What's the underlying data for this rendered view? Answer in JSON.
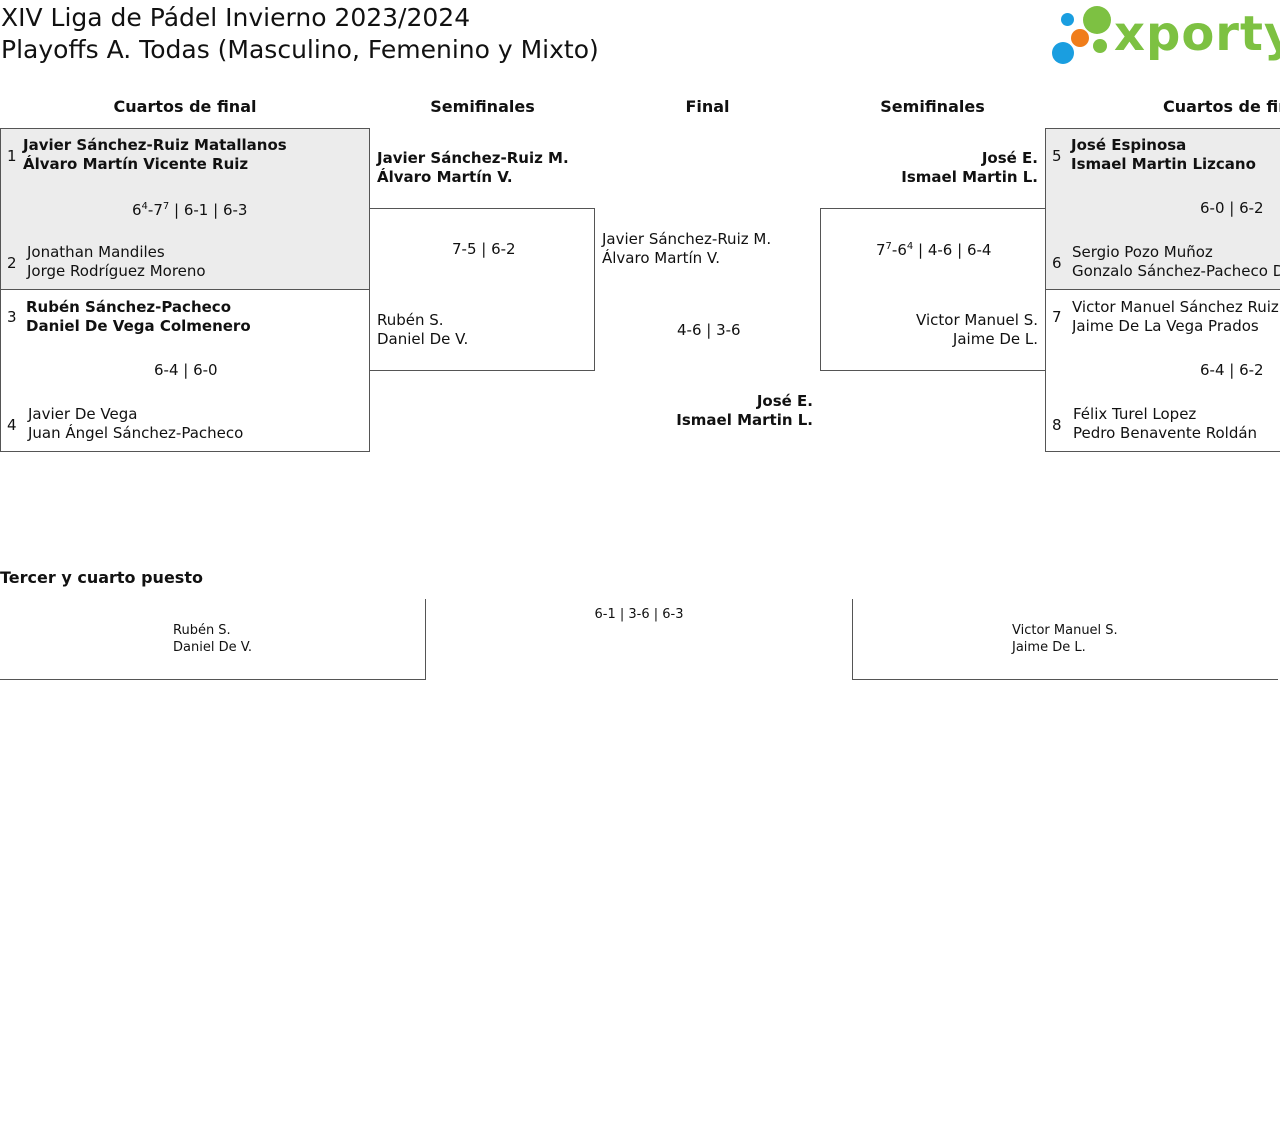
{
  "header": {
    "title_line1": "XIV Liga de Pádel Invierno 2023/2024",
    "title_line2": "Playoffs A. Todas (Masculino, Femenino y Mixto)",
    "logo_text": "xporty",
    "logo_colors": {
      "green": "#7dc142",
      "blue": "#1a9ee0",
      "orange": "#f07d1a"
    }
  },
  "columns": {
    "qf_left": "Cuartos de final",
    "sf_left": "Semifinales",
    "final": "Final",
    "sf_right": "Semifinales",
    "qf_right": "Cuartos de final"
  },
  "qf_left": [
    {
      "top": {
        "seed": "1",
        "p1": "Javier Sánchez-Ruiz Matallanos",
        "p2": "Álvaro Martín Vicente Ruiz"
      },
      "score": {
        "s1a": "6",
        "s1a_sup": "4",
        "s1b": "-7",
        "s1b_sup": "7",
        "rest": " | 6-1 | 6-3"
      },
      "bottom": {
        "seed": "2",
        "p1": "Jonathan Mandiles",
        "p2": "Jorge Rodríguez Moreno"
      }
    },
    {
      "top": {
        "seed": "3",
        "p1": "Rubén Sánchez-Pacheco",
        "p2": "Daniel De Vega Colmenero"
      },
      "score": "6-4 | 6-0",
      "bottom": {
        "seed": "4",
        "p1": "Javier De Vega",
        "p2": "Juan Ángel Sánchez-Pacheco"
      }
    }
  ],
  "sf_left": {
    "top": {
      "p1": "Javier Sánchez-Ruiz M.",
      "p2": "Álvaro Martín V."
    },
    "score": "7-5 | 6-2",
    "bottom": {
      "p1": "Rubén S.",
      "p2": "Daniel De V."
    }
  },
  "final": {
    "top": {
      "p1": "Javier Sánchez-Ruiz M.",
      "p2": "Álvaro Martín V."
    },
    "score": "4-6 | 3-6",
    "bottom": {
      "p1": "José E.",
      "p2": "Ismael Martin L."
    }
  },
  "sf_right": {
    "top": {
      "p1": "José E.",
      "p2": "Ismael Martin L."
    },
    "score": {
      "s1a": "7",
      "s1a_sup": "7",
      "s1b": "-6",
      "s1b_sup": "4",
      "rest": " | 4-6 | 6-4"
    },
    "bottom": {
      "p1": "Victor Manuel S.",
      "p2": "Jaime De L."
    }
  },
  "qf_right": [
    {
      "top": {
        "seed": "5",
        "p1": "José Espinosa",
        "p2": "Ismael Martin Lizcano"
      },
      "score": "6-0 | 6-2",
      "bottom": {
        "seed": "6",
        "p1": "Sergio Pozo Muñoz",
        "p2": "Gonzalo Sánchez-Pacheco D"
      }
    },
    {
      "top": {
        "seed": "7",
        "p1": "Victor Manuel Sánchez Ruiz",
        "p2": "Jaime De La Vega Prados"
      },
      "score": "6-4 | 6-2",
      "bottom": {
        "seed": "8",
        "p1": "Félix Turel Lopez",
        "p2": "Pedro Benavente Roldán"
      }
    }
  ],
  "third_place": {
    "label": "Tercer y cuarto puesto",
    "score": "6-1 | 3-6 | 6-3",
    "left": {
      "p1": "Rubén S.",
      "p2": "Daniel De V."
    },
    "right": {
      "p1": "Victor Manuel S.",
      "p2": "Jaime De L."
    }
  }
}
